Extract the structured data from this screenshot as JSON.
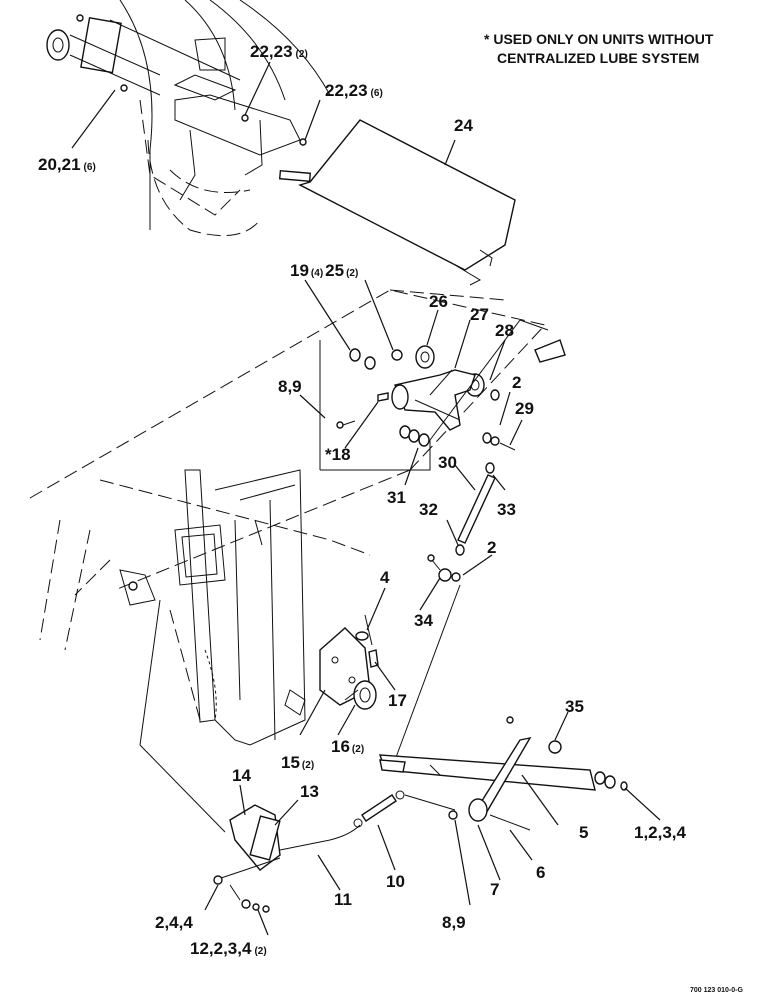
{
  "note": {
    "line1": "* USED ONLY ON UNITS WITHOUT",
    "line2": "CENTRALIZED LUBE SYSTEM"
  },
  "drawing_code": "700 123 010-0-G",
  "callouts": {
    "c20_21": {
      "num": "20,21",
      "qty": "(6)"
    },
    "c22_23a": {
      "num": "22,23",
      "qty": "(2)"
    },
    "c22_23b": {
      "num": "22,23",
      "qty": "(6)"
    },
    "c24": {
      "num": "24"
    },
    "c19_25": {
      "num1": "19",
      "qty1": "(4)",
      "num2": "25",
      "qty2": "(2)"
    },
    "c26": {
      "num": "26"
    },
    "c27": {
      "num": "27"
    },
    "c28": {
      "num": "28"
    },
    "c2a": {
      "num": "2"
    },
    "c29": {
      "num": "29"
    },
    "c8_9a": {
      "num": "8,9"
    },
    "c18": {
      "num": "*18"
    },
    "c30": {
      "num": "30"
    },
    "c31": {
      "num": "31"
    },
    "c32": {
      "num": "32"
    },
    "c33": {
      "num": "33"
    },
    "c2b": {
      "num": "2"
    },
    "c34": {
      "num": "34"
    },
    "c4": {
      "num": "4"
    },
    "c17": {
      "num": "17"
    },
    "c16": {
      "num": "16",
      "qty": "(2)"
    },
    "c15": {
      "num": "15",
      "qty": "(2)"
    },
    "c35": {
      "num": "35"
    },
    "c14": {
      "num": "14"
    },
    "c13": {
      "num": "13"
    },
    "c5": {
      "num": "5"
    },
    "c1_2_3_4": {
      "num": "1,2,3,4"
    },
    "c10": {
      "num": "10"
    },
    "c6": {
      "num": "6"
    },
    "c7": {
      "num": "7"
    },
    "c11": {
      "num": "11"
    },
    "c2_4_4": {
      "num": "2,4,4"
    },
    "c8_9b": {
      "num": "8,9"
    },
    "c12": {
      "num": "12,2,3,4",
      "qty": "(2)"
    }
  }
}
